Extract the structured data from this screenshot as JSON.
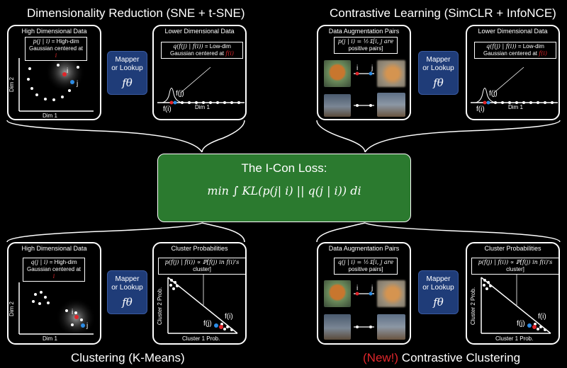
{
  "titles": {
    "top_left": "Dimensionality Reduction (SNE + t-SNE)",
    "top_right": "Contrastive Learning (SimCLR + InfoNCE)",
    "bottom_left": "Clustering (K-Means)",
    "bottom_right_new": "(New!)",
    "bottom_right": " Contrastive Clustering"
  },
  "center": {
    "title": "The I-Con Loss:",
    "equation": "min ∫ KL(p(j| i) || q(j | i)) di"
  },
  "mapper": {
    "line1": "Mapper",
    "line2": "or Lookup",
    "symbol": "fθ"
  },
  "panels": {
    "high_dim": "High Dimensional Data",
    "lower_dim": "Lower Dimensional Data",
    "aug_pairs": "Data Augmentation Pairs",
    "cluster_probs": "Cluster Probabilities"
  },
  "axes": {
    "dim1": "Dim 1",
    "dim2": "Dim 2",
    "cluster1": "Cluster 1 Prob.",
    "cluster2": "Cluster 2 Prob."
  },
  "notes": {
    "p_high_dim_math": "p(j | i)",
    "p_high_dim_text": " = High-dim",
    "gaussian_centered": "Gaussian centered at ",
    "q_low_dim_math": "q(f(j) | f(i))",
    "q_low_dim_text": " = Low-dim",
    "q_high_dim_math": "q(j | i)",
    "aug_p_math": "p(j | i) = ½𝟙[i, j are",
    "aug_q_math": "q(j | i) = ½𝟙[i, j are",
    "positive_pairs": "positive pairs]",
    "cluster_math": "p(f(j) | f(i)) ∝ ℙ[f(j) in f(i)'s",
    "cluster_word": "cluster]"
  },
  "point_labels": {
    "i": "i",
    "j": "j",
    "fi": "f(i)",
    "fj": "f(j)"
  },
  "colors": {
    "red": "#e0262b",
    "blue": "#2c8ce6",
    "green": "#2b7a2f",
    "mapper": "#1f3c78"
  }
}
